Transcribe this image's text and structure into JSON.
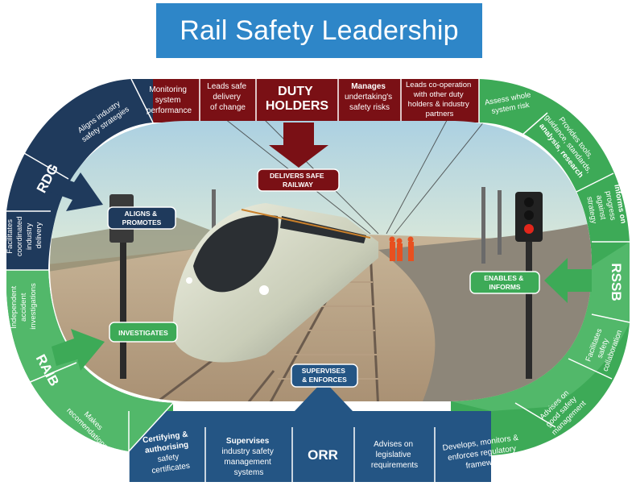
{
  "title": "Rail Safety Leadership",
  "colors": {
    "title_blue": "#2e86c8",
    "navy": "#1f3a5c",
    "maroon": "#7a1015",
    "green": "#3daa57",
    "light_green": "#52b86a",
    "blue": "#245584"
  },
  "top_segments": {
    "monitoring": [
      "Monitoring",
      "system",
      "performance"
    ],
    "leads_safe": [
      "Leads safe",
      "delivery",
      "of change"
    ],
    "duty_holders": [
      "DUTY",
      "HOLDERS"
    ],
    "manages": [
      "Manages",
      "undertaking's",
      "safety risks"
    ],
    "leads_coop": [
      "Leads co-operation",
      "with other duty",
      "holders & industry",
      "partners"
    ]
  },
  "left_segments": {
    "aligns_industry": [
      "Aligns industry",
      "safety strategies"
    ],
    "rdg": "RDG",
    "facilitates_coordinated": [
      "Facilitates",
      "coordinated",
      "industry",
      "delivery"
    ],
    "independent_investigations": [
      "Independent",
      "accident",
      "investigations"
    ],
    "raib": "RAIB",
    "makes_recommendations": [
      "Makes",
      "recomendations"
    ]
  },
  "right_segments": {
    "assess_whole": [
      "Assess whole",
      "system risk"
    ],
    "provides_tools": [
      "Provides tools,",
      "guidance, standards,",
      "analysis, research"
    ],
    "informs_on": [
      "Informs on",
      "progress",
      "against",
      "strategy"
    ],
    "rssb": "RSSB",
    "facilitates_safety": [
      "Facilitates",
      "safety",
      "collaboration"
    ],
    "advises_good": [
      "Advises on",
      "good safety",
      "management"
    ]
  },
  "bottom_segments": {
    "certifying": [
      "Certifying &",
      "authorising",
      "safety",
      "certificates"
    ],
    "supervises": [
      "Supervises",
      "industry safety",
      "management",
      "systems"
    ],
    "orr": "ORR",
    "advises_legislative": [
      "Advises on",
      "legislative",
      "requirements"
    ],
    "develops": [
      "Develops, monitors &",
      "enforces regulatory",
      "framework"
    ]
  },
  "callouts": {
    "delivers": [
      "DELIVERS SAFE",
      "RAILWAY"
    ],
    "aligns_promotes": [
      "ALIGNS &",
      "PROMOTES"
    ],
    "investigates": "INVESTIGATES",
    "enables_informs": [
      "ENABLES &",
      "INFORMS"
    ],
    "supervises_enforces": [
      "SUPERVISES",
      "& ENFORCES"
    ]
  }
}
